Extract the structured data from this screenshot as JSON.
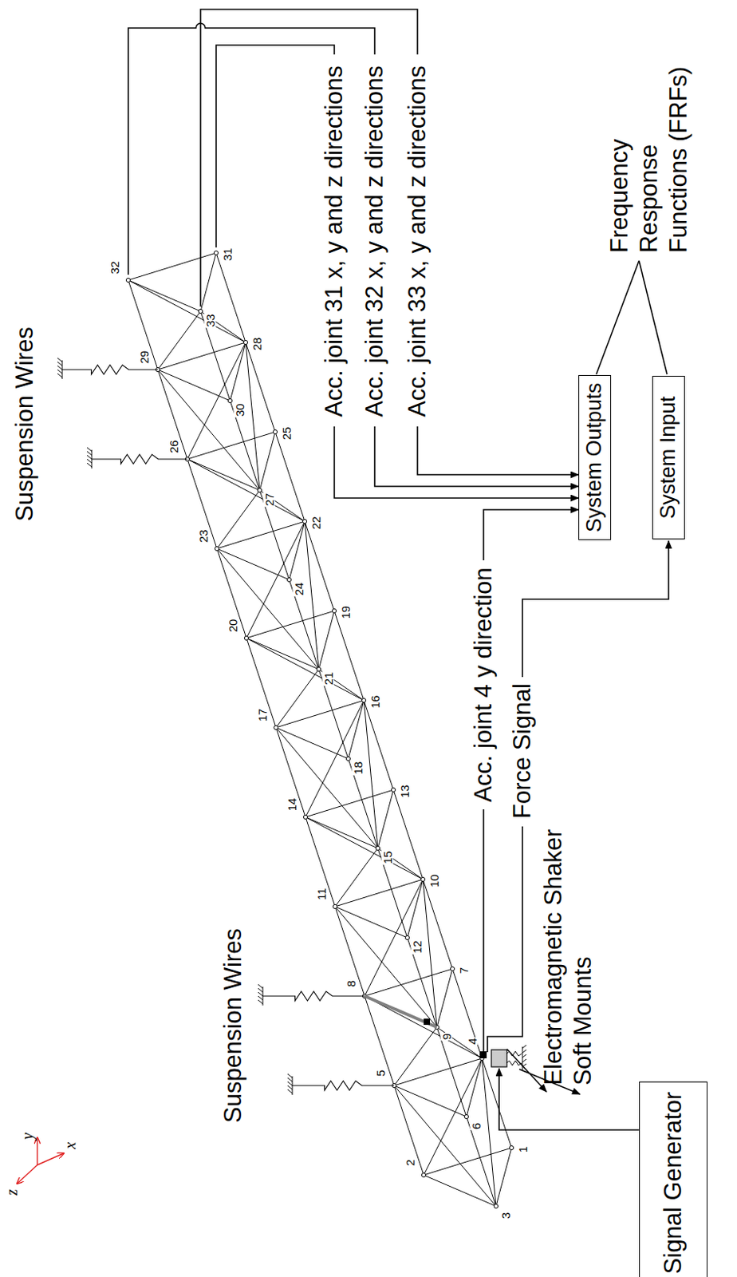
{
  "diagram": {
    "nodes": [
      {
        "text": [
          "System Outputs"
        ]
      },
      {
        "text": [
          "System Input"
        ]
      },
      {
        "text": [
          "Signal Generator"
        ]
      }
    ],
    "labels": [
      "Suspension Wires",
      "Suspension Wires",
      "y",
      "x",
      "z",
      "1",
      "2",
      "3",
      "4",
      "5",
      "6",
      "7",
      "8",
      "9",
      "10",
      "11",
      "12",
      "13",
      "14",
      "15",
      "16",
      "17",
      "18",
      "19",
      "20",
      "21",
      "22",
      "23",
      "24",
      "25",
      "26",
      "27",
      "28",
      "29",
      "30",
      "31",
      "32",
      "33",
      "Acc. joint 31 x, y and z directions",
      "Acc. joint 32 x, y and z directions",
      "Acc. joint 33 x, y and z directions",
      "Acc. joint 4 y direction",
      "Force Signal",
      "Electromagnetic Shaker",
      "Soft Mounts",
      "Frequency Response Functions (FRFs)"
    ]
  }
}
